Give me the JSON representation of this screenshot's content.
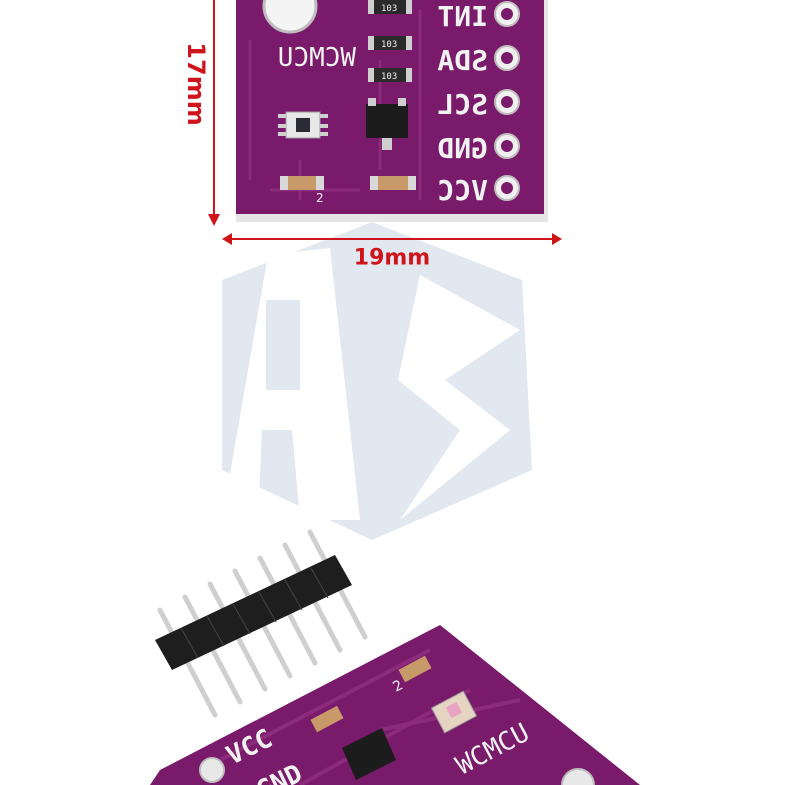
{
  "dimensions": {
    "height_label": "17mm",
    "width_label": "19mm"
  },
  "board_top": {
    "brand": "WCMCU",
    "pins": [
      "INT",
      "SDA",
      "SCL",
      "GND",
      "VCC"
    ],
    "resistor_codes": [
      "103",
      "103",
      "103"
    ],
    "marking": "2"
  },
  "board_bottom": {
    "pins": [
      "VCC",
      "GND"
    ],
    "brand": "WCMCU",
    "marking": "2"
  },
  "colors": {
    "pcb": "#7a1a6a",
    "pcb_trace": "#8c2a7c",
    "silkscreen": "#f2f2f2",
    "dimension": "#d0141b",
    "watermark": "#c9d3e0",
    "header_black": "#1e1e1e",
    "pin_metal": "#d6d6d6"
  }
}
